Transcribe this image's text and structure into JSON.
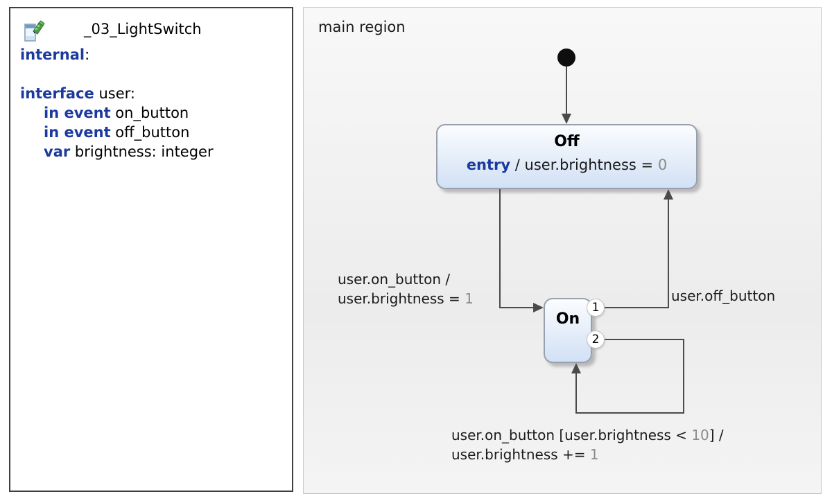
{
  "definition_panel": {
    "title": "_03_LightSwitch",
    "icon": "statechart-file-icon",
    "internal": {
      "keyword": "internal",
      "rest": ":"
    },
    "interface": {
      "keyword": "interface",
      "rest": " user:"
    },
    "declarations": [
      {
        "keyword": "in event",
        "rest": " on_button"
      },
      {
        "keyword": "in event",
        "rest": " off_button"
      },
      {
        "keyword": "var",
        "rest": " brightness: integer"
      }
    ]
  },
  "diagram": {
    "region_label": "main region",
    "states": {
      "off": {
        "name": "Off",
        "entry_keyword": "entry",
        "entry_text": " / user.brightness = ",
        "entry_value": "0"
      },
      "on": {
        "name": "On"
      }
    },
    "transitions": {
      "off_to_on": {
        "label_line1": "user.on_button /",
        "label_line2_text": "user.brightness = ",
        "label_line2_value": "1"
      },
      "on_to_off": {
        "priority": "1",
        "label": "user.off_button"
      },
      "on_self_loop": {
        "priority": "2",
        "label_line1_text": "user.on_button [user.brightness < ",
        "label_line1_value": "10",
        "label_line1_suffix": "] /",
        "label_line2_text": "user.brightness += ",
        "label_line2_value": "1"
      }
    },
    "colors": {
      "keyword_blue": "#1c3a9e",
      "value_gray": "#8a8a8a",
      "state_fill_top": "#fbfdff",
      "state_fill_bottom": "#d2e1f5",
      "state_border": "#97a0ac",
      "transition_line": "#4a4a4a",
      "canvas_background": "#f0f0f0",
      "definition_border": "#3f3f3f"
    }
  }
}
